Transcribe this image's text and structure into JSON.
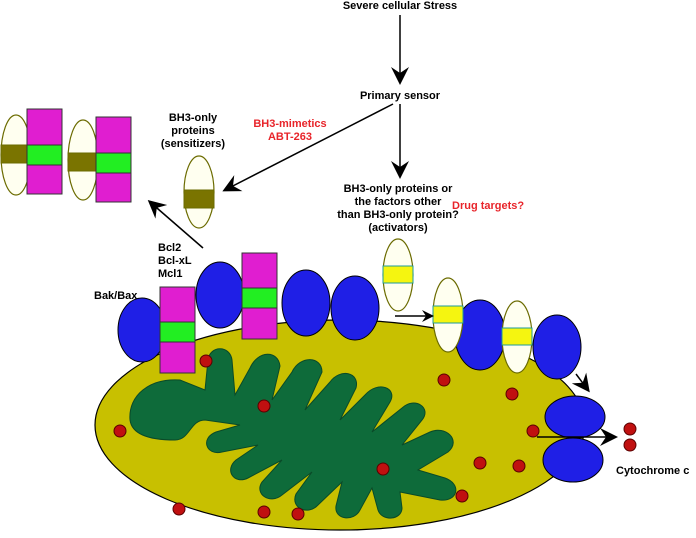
{
  "labels": {
    "stress": "Severe cellular Stress",
    "sensor": "Primary sensor",
    "bh3_sensitizers": "BH3-only\nproteins\n(sensitizers)",
    "bh3_mimetics": "BH3-mimetics\nABT-263",
    "bh3_activators": "BH3-only proteins or\nthe factors other\nthan BH3-only protein?\n(activators)",
    "drug_targets": "Drug targets?",
    "bcl_family": "Bcl2\nBcl-xL\nMcl1",
    "bak_bax": "Bak/Bax",
    "cytochrome": "Cytochrome c"
  },
  "colors": {
    "outer_membrane": "#c8c000",
    "matrix": "#0e6b3a",
    "bak_bax": "#1f1fe6",
    "bcl_protein": "#e01ed0",
    "bh3_groove": "#22ee22",
    "sensitizer": "#7a7400",
    "activator": "#f5f510",
    "cytochrome_c": "#c01010",
    "annotation_red": "#e8242a"
  }
}
